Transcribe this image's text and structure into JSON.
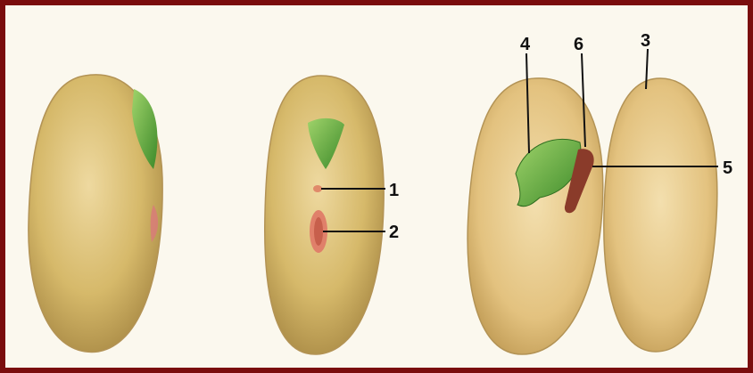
{
  "colors": {
    "frame": "#7a0d0d",
    "paper": "#fbf8ee",
    "seed_coat": "#d6b96a",
    "seed_shadow": "#a98a45",
    "cotyledon": "#e3c27f",
    "germ_green": "#5fae3e",
    "hilum": "#e0806a",
    "radicle": "#8a3b2a",
    "leader": "#111111"
  },
  "labels": {
    "l1": "1",
    "l2": "2",
    "l3": "3",
    "l4": "4",
    "l5": "5",
    "l6": "6"
  },
  "icons": [
    "whole-seed",
    "seed-front-view",
    "opened-seed"
  ]
}
